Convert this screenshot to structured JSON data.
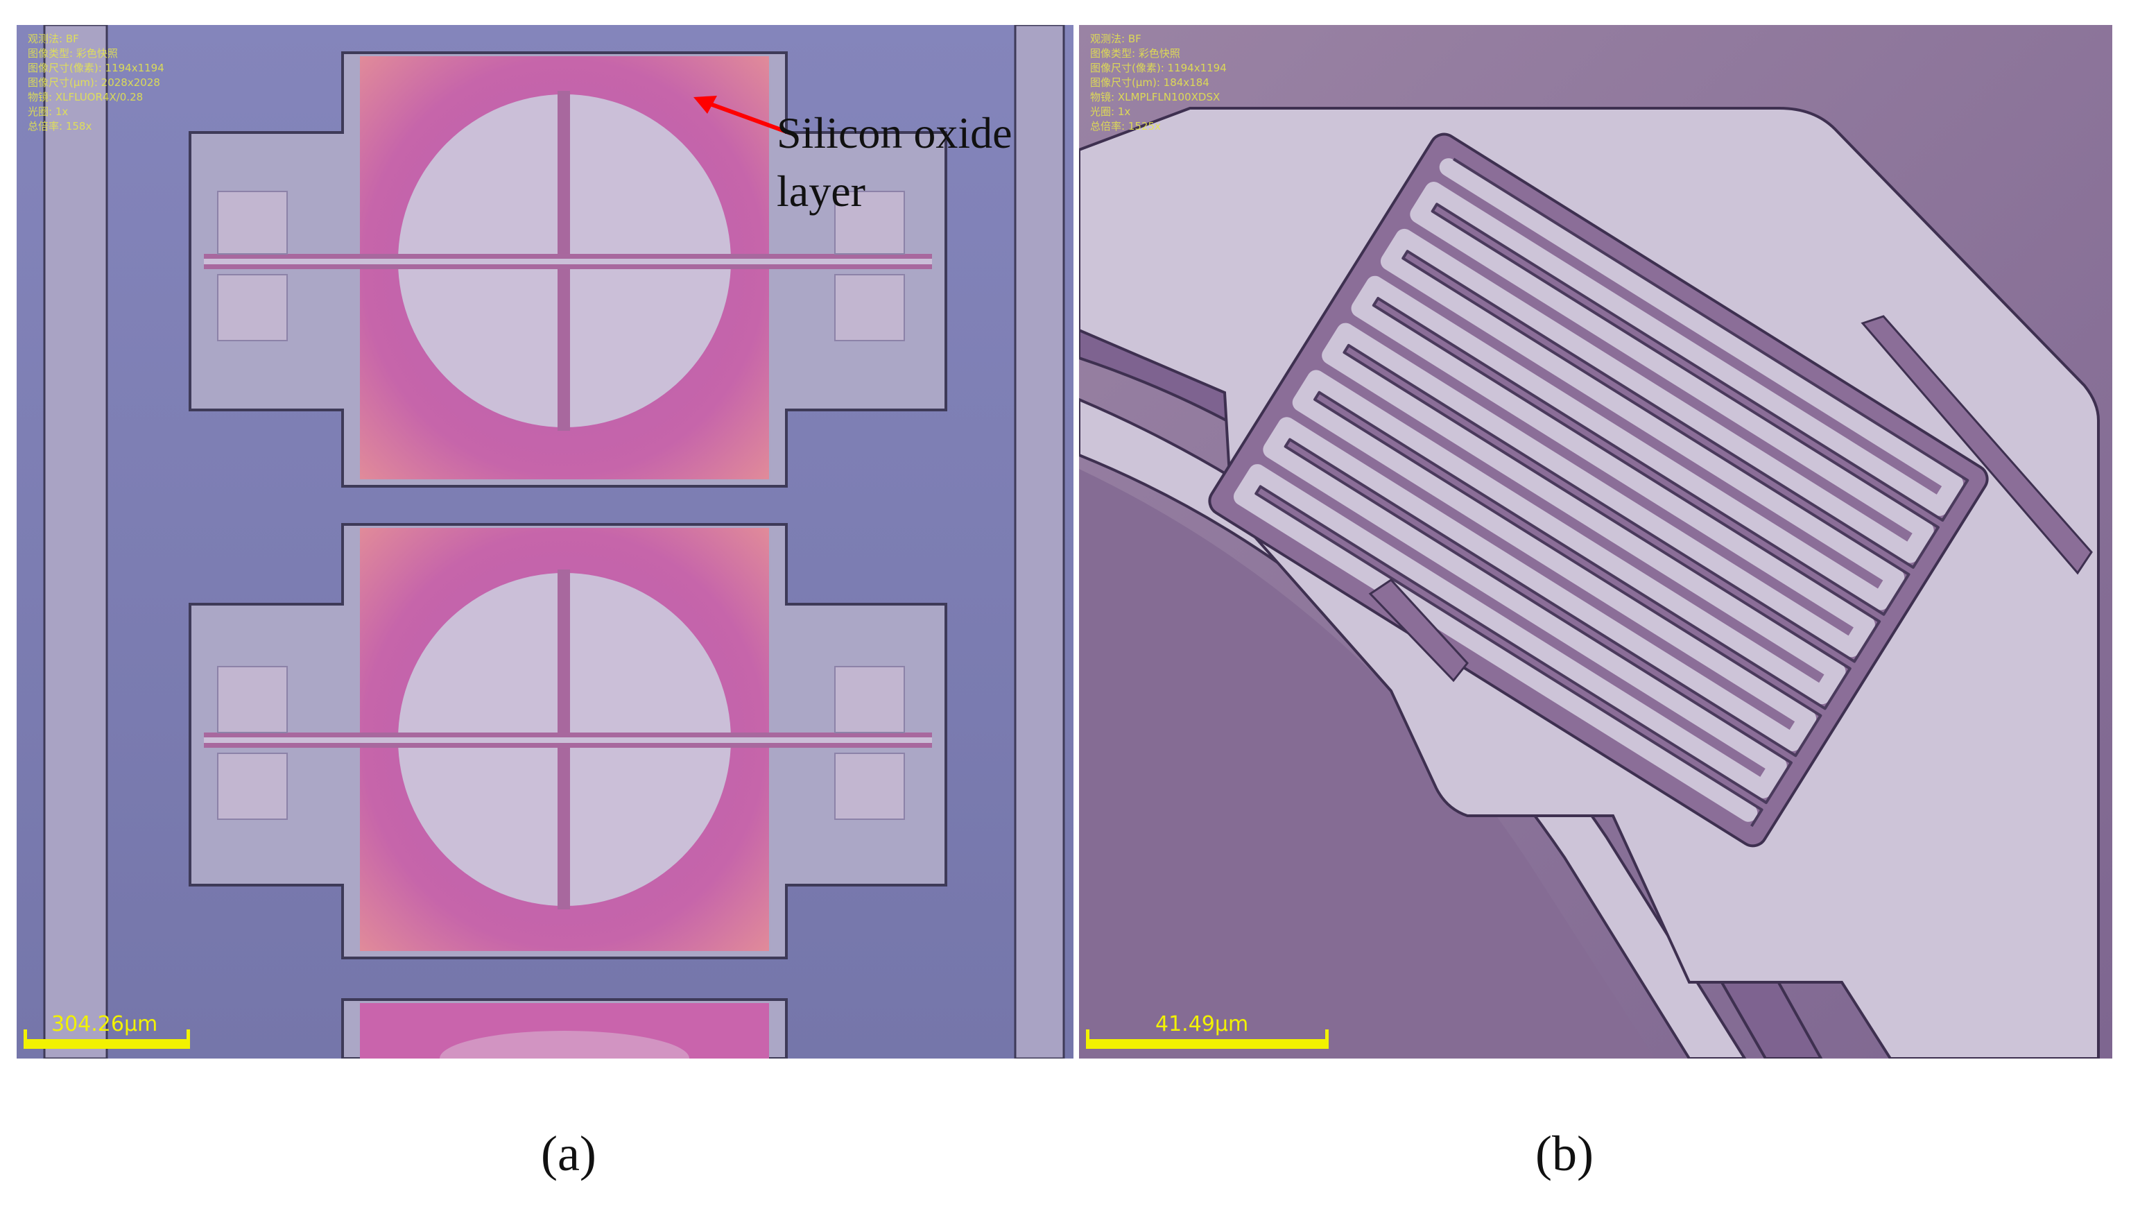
{
  "panel_a": {
    "metadata_lines": [
      "观测法: BF",
      "图像类型: 彩色快照",
      "图像尺寸(像素): 1194x1194",
      "图像尺寸(μm): 2028x2028",
      "物镜: XLFLUOR4X/0.28",
      "光圈: 1x",
      "总倍率: 158x"
    ],
    "scale_bar_label": "304.26μm",
    "annotation": {
      "line1": "Silicon oxide",
      "line2": "layer",
      "arrow_color": "#ff0000"
    },
    "caption": "(a)"
  },
  "panel_b": {
    "metadata_lines": [
      "观测法: BF",
      "图像类型: 彩色快照",
      "图像尺寸(像素): 1194x1194",
      "图像尺寸(μm): 184x184",
      "物镜: XLMPLFLN100XDSX",
      "光圈: 1x",
      "总倍率: 1525x"
    ],
    "scale_bar_label": "41.49μm",
    "caption": "(b)"
  },
  "colors": {
    "background_a": "#7d7eb0",
    "frame_a": "#aba7c6",
    "pad_pink": "#c964ac",
    "metal_light": "#c9bcd4",
    "background_b": "#8a6f96",
    "metal_b": "#cdc4d8",
    "scale_bar": "#f2f200",
    "metadata_text": "#e8e84a"
  }
}
